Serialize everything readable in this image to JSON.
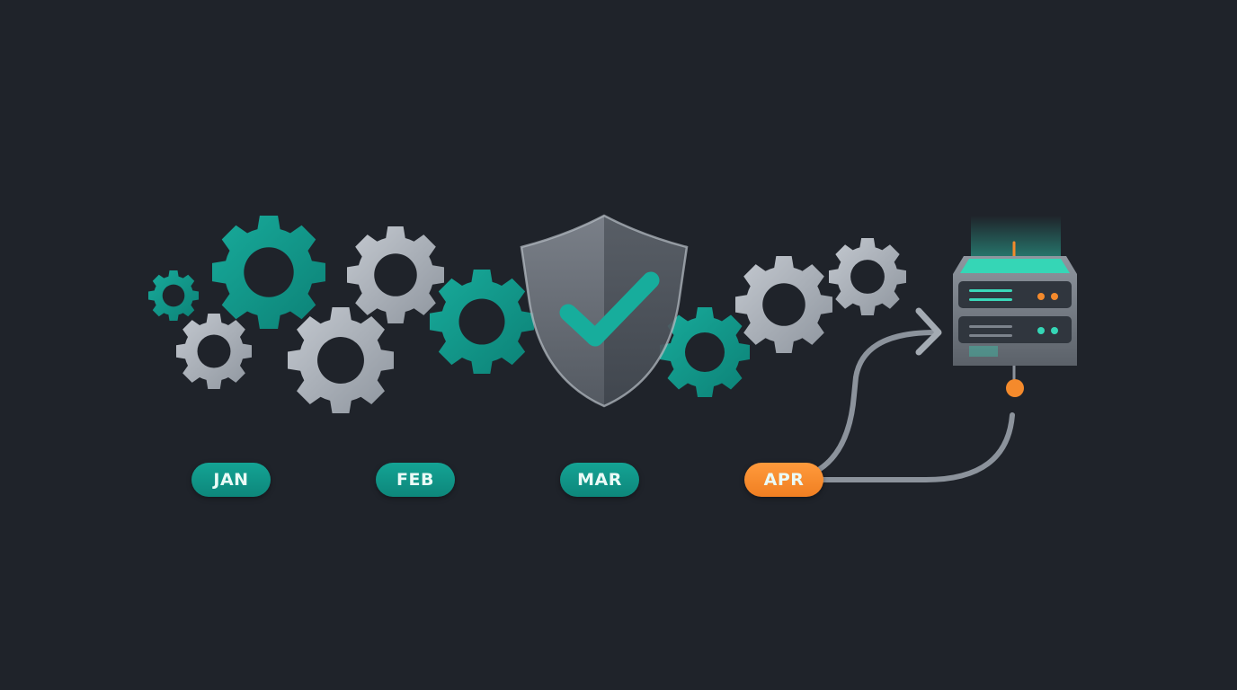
{
  "timeline": {
    "milestones": [
      {
        "label": "JAN",
        "state": "done",
        "color": "#0f9487"
      },
      {
        "label": "FEB",
        "state": "done",
        "color": "#0f9487"
      },
      {
        "label": "MAR",
        "state": "done",
        "color": "#0f9487"
      },
      {
        "label": "APR",
        "state": "current",
        "color": "#f48a2c"
      }
    ]
  },
  "colors": {
    "background": "#1f232a",
    "teal": "#13a394",
    "gray_gear": "#a9b0b9",
    "orange": "#f48a2c",
    "line": "#8c939c"
  },
  "icons": {
    "gears": "gear-icon",
    "shield": "shield-check-icon",
    "server": "server-icon",
    "arrow": "arrow-right-icon"
  }
}
